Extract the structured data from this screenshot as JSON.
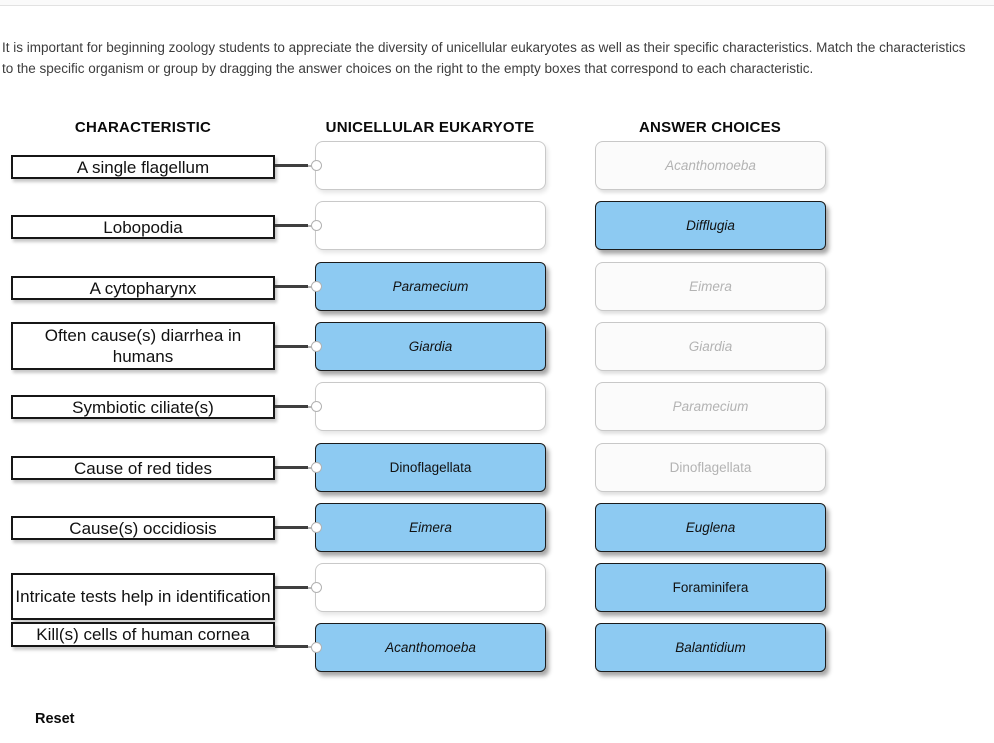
{
  "page": {
    "instructions": "It is important for beginning zoology students to appreciate the diversity of unicellular eukaryotes as well as their specific characteristics. Match the characteristics to the specific organism or group by dragging the answer choices on the right to the empty boxes that correspond to each characteristic.",
    "reset_label": "Reset"
  },
  "columns": {
    "characteristic": "CHARACTERISTIC",
    "eukaryote": "UNICELLULAR EUKARYOTE",
    "answers": "ANSWER CHOICES"
  },
  "rows": [
    {
      "characteristic": "A single flagellum",
      "dropped": ""
    },
    {
      "characteristic": "Lobopodia",
      "dropped": ""
    },
    {
      "characteristic": "A cytopharynx",
      "dropped": "Paramecium",
      "dropped_italic": true
    },
    {
      "characteristic": "Often cause(s) diarrhea in humans",
      "dropped": "Giardia",
      "dropped_italic": true
    },
    {
      "characteristic": "Symbiotic ciliate(s)",
      "dropped": ""
    },
    {
      "characteristic": "Cause of red tides",
      "dropped": "Dinoflagellata",
      "dropped_italic": false
    },
    {
      "characteristic": "Cause(s) occidiosis",
      "dropped": "Eimera",
      "dropped_italic": true
    },
    {
      "characteristic": "Intricate tests help in identification",
      "dropped": ""
    },
    {
      "characteristic": "Kill(s) cells of human cornea",
      "dropped": "Acanthomoeba",
      "dropped_italic": true
    }
  ],
  "answer_choices": [
    {
      "label": "Acanthomoeba",
      "used": true,
      "italic": true
    },
    {
      "label": "Difflugia",
      "used": false,
      "italic": true
    },
    {
      "label": "Eimera",
      "used": true,
      "italic": true
    },
    {
      "label": "Giardia",
      "used": true,
      "italic": true
    },
    {
      "label": "Paramecium",
      "used": true,
      "italic": true
    },
    {
      "label": "Dinoflagellata",
      "used": true,
      "italic": false
    },
    {
      "label": "Euglena",
      "used": false,
      "italic": true
    },
    {
      "label": "Foraminifera",
      "used": false,
      "italic": false
    },
    {
      "label": "Balantidium",
      "used": false,
      "italic": true
    }
  ],
  "colors": {
    "available_choice_fill": "#8dcaf2",
    "available_choice_border": "#1b1b1b",
    "used_choice_text": "#b3b3b3",
    "empty_zone_border": "#c9c9c9"
  }
}
